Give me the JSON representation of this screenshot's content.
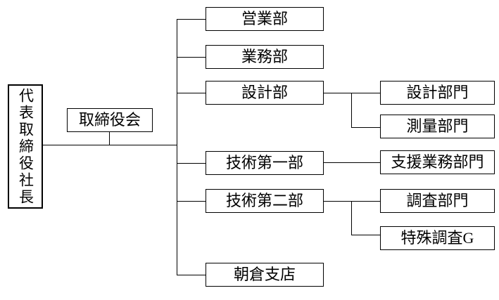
{
  "diagram": {
    "type": "org-chart",
    "background_color": "#ffffff",
    "line_color": "#000000",
    "text_color": "#000000",
    "president": {
      "label": "代表取締役社長"
    },
    "board": {
      "label": "取締役会",
      "parent": "代表取締役社長"
    },
    "departments": [
      {
        "label": "営業部",
        "parent": "代表取締役社長"
      },
      {
        "label": "業務部",
        "parent": "代表取締役社長"
      },
      {
        "label": "設計部",
        "parent": "代表取締役社長"
      },
      {
        "label": "技術第一部",
        "parent": "代表取締役社長"
      },
      {
        "label": "技術第二部",
        "parent": "代表取締役社長"
      },
      {
        "label": "朝倉支店",
        "parent": "代表取締役社長"
      }
    ],
    "divisions": [
      {
        "label": "設計部門",
        "parent": "設計部"
      },
      {
        "label": "測量部門",
        "parent": "設計部"
      },
      {
        "label": "支援業務部門",
        "parent": "技術第一部"
      },
      {
        "label": "調査部門",
        "parent": "技術第二部"
      },
      {
        "label": "特殊調査G",
        "parent": "技術第二部"
      }
    ]
  }
}
